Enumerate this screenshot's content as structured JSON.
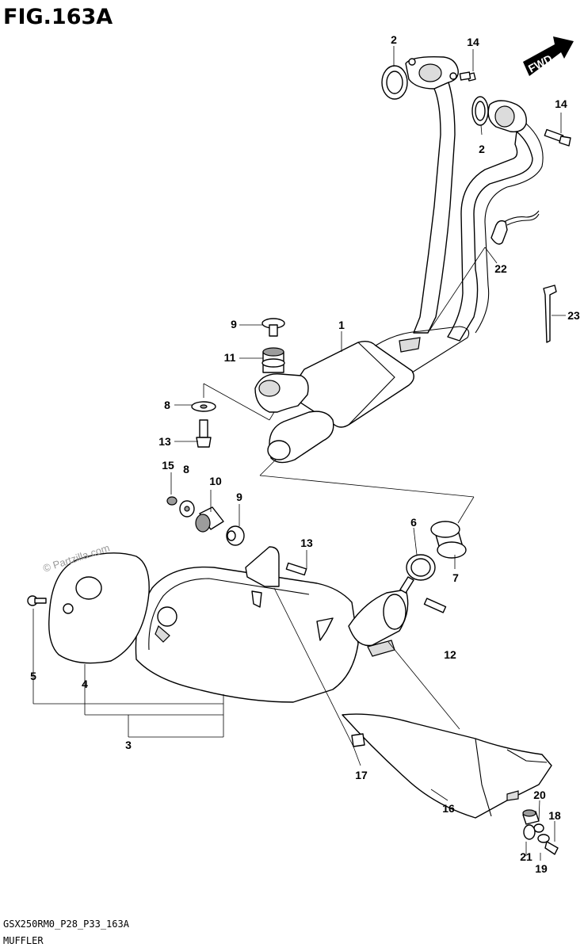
{
  "figure": {
    "title": "FIG.163A",
    "code": "GSX250RM0_P28_P33_163A",
    "caption": "MUFFLER",
    "watermark": "© Partzilla.com",
    "direction_label": "FWD"
  },
  "callouts": [
    {
      "id": "c1",
      "text": "1"
    },
    {
      "id": "c2a",
      "text": "2"
    },
    {
      "id": "c2b",
      "text": "2"
    },
    {
      "id": "c3",
      "text": "3"
    },
    {
      "id": "c4",
      "text": "4"
    },
    {
      "id": "c5",
      "text": "5"
    },
    {
      "id": "c6",
      "text": "6"
    },
    {
      "id": "c7",
      "text": "7"
    },
    {
      "id": "c8a",
      "text": "8"
    },
    {
      "id": "c8b",
      "text": "8"
    },
    {
      "id": "c9a",
      "text": "9"
    },
    {
      "id": "c9b",
      "text": "9"
    },
    {
      "id": "c10",
      "text": "10"
    },
    {
      "id": "c11",
      "text": "11"
    },
    {
      "id": "c12",
      "text": "12"
    },
    {
      "id": "c13a",
      "text": "13"
    },
    {
      "id": "c13b",
      "text": "13"
    },
    {
      "id": "c14a",
      "text": "14"
    },
    {
      "id": "c14b",
      "text": "14"
    },
    {
      "id": "c15",
      "text": "15"
    },
    {
      "id": "c16",
      "text": "16"
    },
    {
      "id": "c17",
      "text": "17"
    },
    {
      "id": "c18",
      "text": "18"
    },
    {
      "id": "c19",
      "text": "19"
    },
    {
      "id": "c20",
      "text": "20"
    },
    {
      "id": "c21",
      "text": "21"
    },
    {
      "id": "c22",
      "text": "22"
    },
    {
      "id": "c23",
      "text": "23"
    }
  ]
}
